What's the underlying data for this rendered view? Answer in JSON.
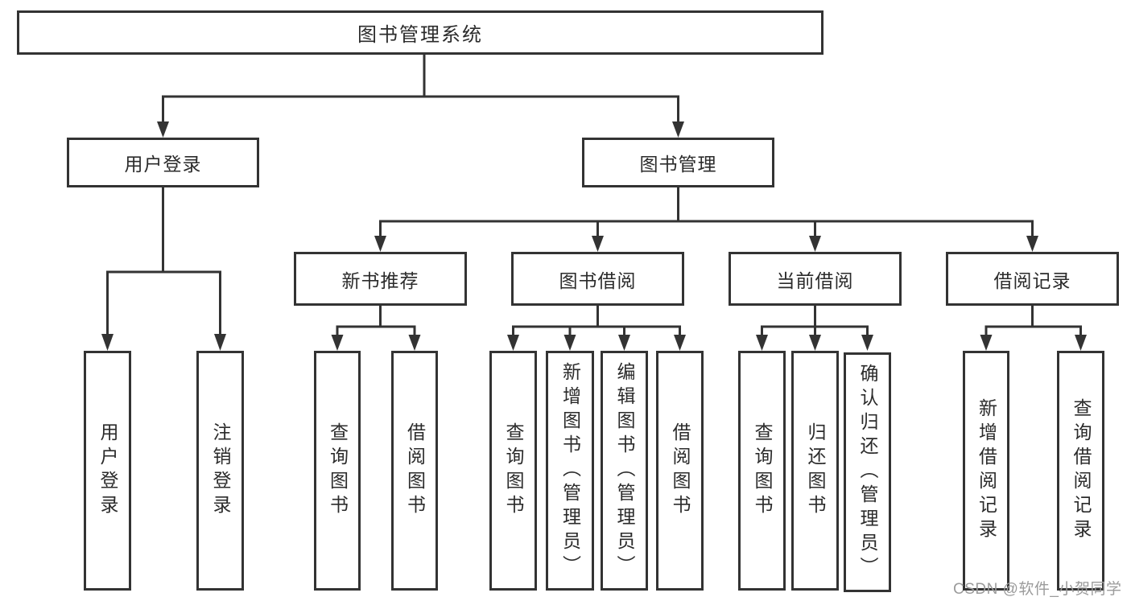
{
  "diagram": {
    "root": {
      "label": "图书管理系统",
      "children": [
        {
          "label": "用户登录",
          "children": [
            {
              "label": "用户登录"
            },
            {
              "label": "注销登录"
            }
          ]
        },
        {
          "label": "图书管理",
          "children": [
            {
              "label": "新书推荐",
              "children": [
                {
                  "label": "查询图书"
                },
                {
                  "label": "借阅图书"
                }
              ]
            },
            {
              "label": "图书借阅",
              "children": [
                {
                  "label": "查询图书"
                },
                {
                  "label": "新增图书（管理员）"
                },
                {
                  "label": "编辑图书（管理员）"
                },
                {
                  "label": "借阅图书"
                }
              ]
            },
            {
              "label": "当前借阅",
              "children": [
                {
                  "label": "查询图书"
                },
                {
                  "label": "归还图书"
                },
                {
                  "label": "确认归还（管理员）"
                }
              ]
            },
            {
              "label": "借阅记录",
              "children": [
                {
                  "label": "新增借阅记录"
                },
                {
                  "label": "查询借阅记录"
                }
              ]
            }
          ]
        }
      ]
    }
  },
  "watermark": {
    "text": "CSDN @软件_小贺同学"
  },
  "colors": {
    "line": "#333333",
    "box_border": "#333333",
    "text": "#2b2b2b",
    "watermark_text": "#9b9b9b",
    "background": "#ffffff"
  }
}
